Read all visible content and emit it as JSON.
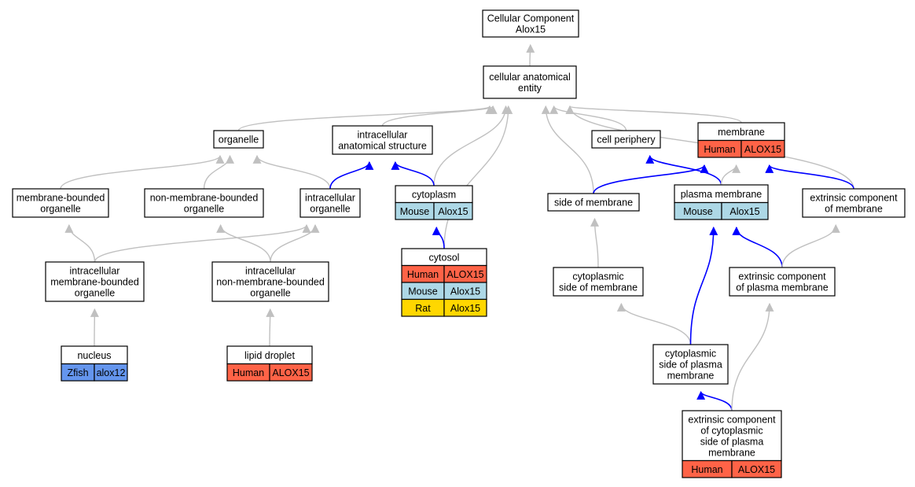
{
  "colors": {
    "edge_gray": "#c0c0c0",
    "edge_blue": "#0000ff",
    "human": "#ff6347",
    "mouse": "#add8e6",
    "rat": "#ffd700",
    "zfish": "#6495ed"
  },
  "nodes": {
    "root": {
      "lines": [
        "Cellular Component",
        "Alox15"
      ],
      "species": []
    },
    "cae": {
      "lines": [
        "cellular anatomical",
        "entity"
      ],
      "species": []
    },
    "organelle": {
      "lines": [
        "organelle"
      ],
      "species": []
    },
    "ias": {
      "lines": [
        "intracellular",
        "anatomical structure"
      ],
      "species": []
    },
    "periphery": {
      "lines": [
        "cell periphery"
      ],
      "species": []
    },
    "membrane": {
      "lines": [
        "membrane"
      ],
      "species": [
        {
          "species": "Human",
          "gene": "ALOX15",
          "color": "human"
        }
      ]
    },
    "mbo": {
      "lines": [
        "membrane-bounded",
        "organelle"
      ],
      "species": []
    },
    "nmbo": {
      "lines": [
        "non-membrane-bounded",
        "organelle"
      ],
      "species": []
    },
    "io": {
      "lines": [
        "intracellular",
        "organelle"
      ],
      "species": []
    },
    "cytoplasm": {
      "lines": [
        "cytoplasm"
      ],
      "species": [
        {
          "species": "Mouse",
          "gene": "Alox15",
          "color": "mouse"
        }
      ]
    },
    "som": {
      "lines": [
        "side of membrane"
      ],
      "species": []
    },
    "pm": {
      "lines": [
        "plasma membrane"
      ],
      "species": [
        {
          "species": "Mouse",
          "gene": "Alox15",
          "color": "mouse"
        }
      ]
    },
    "ecm": {
      "lines": [
        "extrinsic component",
        "of membrane"
      ],
      "species": []
    },
    "imbo": {
      "lines": [
        "intracellular",
        "membrane-bounded",
        "organelle"
      ],
      "species": []
    },
    "inmbo": {
      "lines": [
        "intracellular",
        "non-membrane-bounded",
        "organelle"
      ],
      "species": []
    },
    "cytosol": {
      "lines": [
        "cytosol"
      ],
      "species": [
        {
          "species": "Human",
          "gene": "ALOX15",
          "color": "human"
        },
        {
          "species": "Mouse",
          "gene": "Alox15",
          "color": "mouse"
        },
        {
          "species": "Rat",
          "gene": "Alox15",
          "color": "rat"
        }
      ]
    },
    "csom": {
      "lines": [
        "cytoplasmic",
        "side of membrane"
      ],
      "species": []
    },
    "ecpm": {
      "lines": [
        "extrinsic component",
        "of plasma membrane"
      ],
      "species": []
    },
    "nucleus": {
      "lines": [
        "nucleus"
      ],
      "species": [
        {
          "species": "Zfish",
          "gene": "alox12",
          "color": "zfish"
        }
      ]
    },
    "lipid": {
      "lines": [
        "lipid droplet"
      ],
      "species": [
        {
          "species": "Human",
          "gene": "ALOX15",
          "color": "human"
        }
      ]
    },
    "cspm": {
      "lines": [
        "cytoplasmic",
        "side of plasma",
        "membrane"
      ],
      "species": []
    },
    "eccspm": {
      "lines": [
        "extrinsic component",
        "of cytoplasmic",
        "side of plasma",
        "membrane"
      ],
      "species": [
        {
          "species": "Human",
          "gene": "ALOX15",
          "color": "human"
        }
      ]
    }
  },
  "edges": [
    {
      "from": "cae",
      "to": "root",
      "color": "edge_gray"
    },
    {
      "from": "organelle",
      "to": "cae",
      "color": "edge_gray"
    },
    {
      "from": "ias",
      "to": "cae",
      "color": "edge_gray"
    },
    {
      "from": "cytoplasm",
      "to": "cae",
      "color": "edge_gray"
    },
    {
      "from": "cytosol",
      "to": "cae",
      "color": "edge_gray"
    },
    {
      "from": "som",
      "to": "cae",
      "color": "edge_gray"
    },
    {
      "from": "periphery",
      "to": "cae",
      "color": "edge_gray"
    },
    {
      "from": "membrane",
      "to": "cae",
      "color": "edge_gray"
    },
    {
      "from": "ecm",
      "to": "cae",
      "color": "edge_gray"
    },
    {
      "from": "mbo",
      "to": "organelle",
      "color": "edge_gray"
    },
    {
      "from": "nmbo",
      "to": "organelle",
      "color": "edge_gray"
    },
    {
      "from": "io",
      "to": "organelle",
      "color": "edge_gray"
    },
    {
      "from": "io",
      "to": "ias",
      "color": "edge_blue"
    },
    {
      "from": "cytoplasm",
      "to": "ias",
      "color": "edge_blue"
    },
    {
      "from": "imbo",
      "to": "mbo",
      "color": "edge_gray"
    },
    {
      "from": "imbo",
      "to": "io",
      "color": "edge_gray"
    },
    {
      "from": "inmbo",
      "to": "nmbo",
      "color": "edge_gray"
    },
    {
      "from": "inmbo",
      "to": "io",
      "color": "edge_gray"
    },
    {
      "from": "nucleus",
      "to": "imbo",
      "color": "edge_gray"
    },
    {
      "from": "lipid",
      "to": "inmbo",
      "color": "edge_gray"
    },
    {
      "from": "cytosol",
      "to": "cytoplasm",
      "color": "edge_blue"
    },
    {
      "from": "pm",
      "to": "periphery",
      "color": "edge_blue"
    },
    {
      "from": "pm",
      "to": "membrane",
      "color": "edge_gray"
    },
    {
      "from": "som",
      "to": "membrane",
      "color": "edge_blue"
    },
    {
      "from": "ecm",
      "to": "membrane",
      "color": "edge_blue"
    },
    {
      "from": "csom",
      "to": "som",
      "color": "edge_gray"
    },
    {
      "from": "ecpm",
      "to": "pm",
      "color": "edge_blue"
    },
    {
      "from": "ecpm",
      "to": "ecm",
      "color": "edge_gray"
    },
    {
      "from": "cspm",
      "to": "csom",
      "color": "edge_gray"
    },
    {
      "from": "cspm",
      "to": "pm",
      "color": "edge_blue"
    },
    {
      "from": "eccspm",
      "to": "cspm",
      "color": "edge_blue"
    },
    {
      "from": "eccspm",
      "to": "ecpm",
      "color": "edge_gray"
    }
  ]
}
